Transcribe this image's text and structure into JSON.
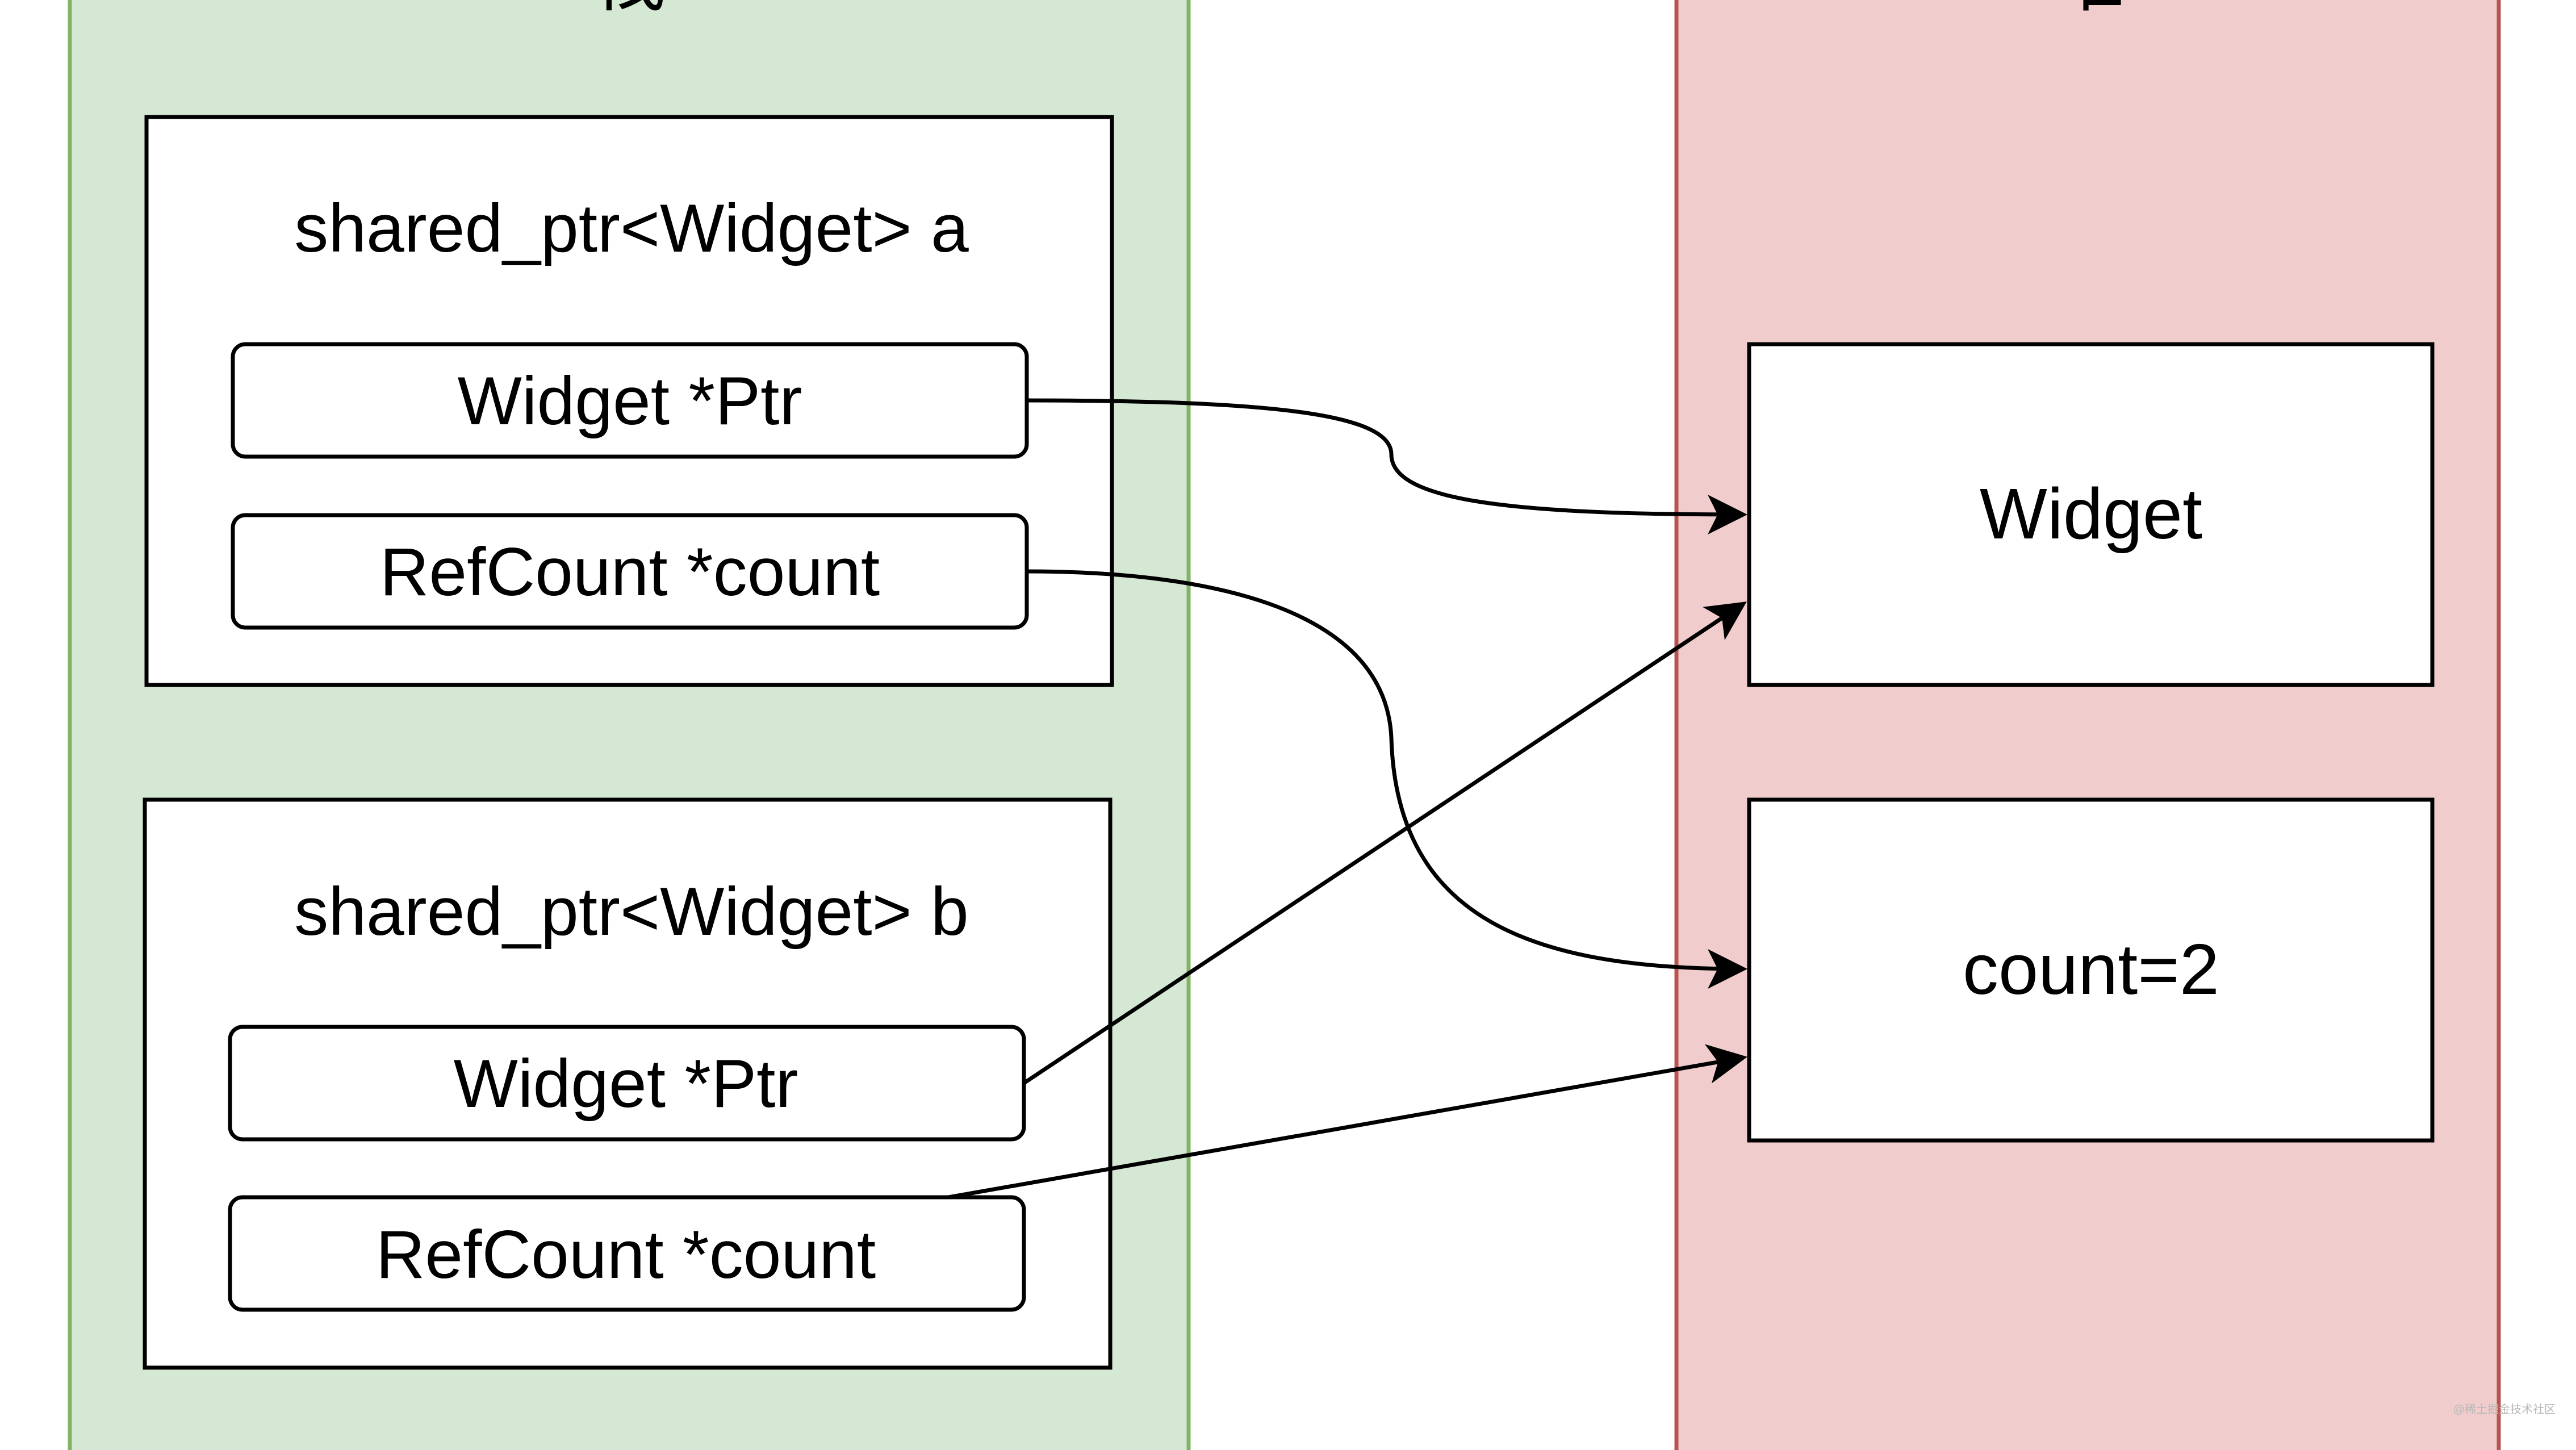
{
  "stack": {
    "label": "栈",
    "fill": "#d5e8d4",
    "stroke": "#82b366",
    "objects": [
      {
        "title": "shared_ptr<Widget> a",
        "fields": [
          "Widget *Ptr",
          "RefCount *count"
        ]
      },
      {
        "title": "shared_ptr<Widget> b",
        "fields": [
          "Widget *Ptr",
          "RefCount *count"
        ]
      }
    ]
  },
  "heap": {
    "label": "堆",
    "fill": "#f0cdcc",
    "stroke": "#b85450",
    "objects": [
      {
        "label": "Widget"
      },
      {
        "label": "count=2"
      }
    ]
  },
  "edges": [
    {
      "from": "a.ptr",
      "to": "widget"
    },
    {
      "from": "a.count",
      "to": "count"
    },
    {
      "from": "b.ptr",
      "to": "widget"
    },
    {
      "from": "b.count",
      "to": "count"
    }
  ],
  "watermark": "@稀土掘金技术社区"
}
